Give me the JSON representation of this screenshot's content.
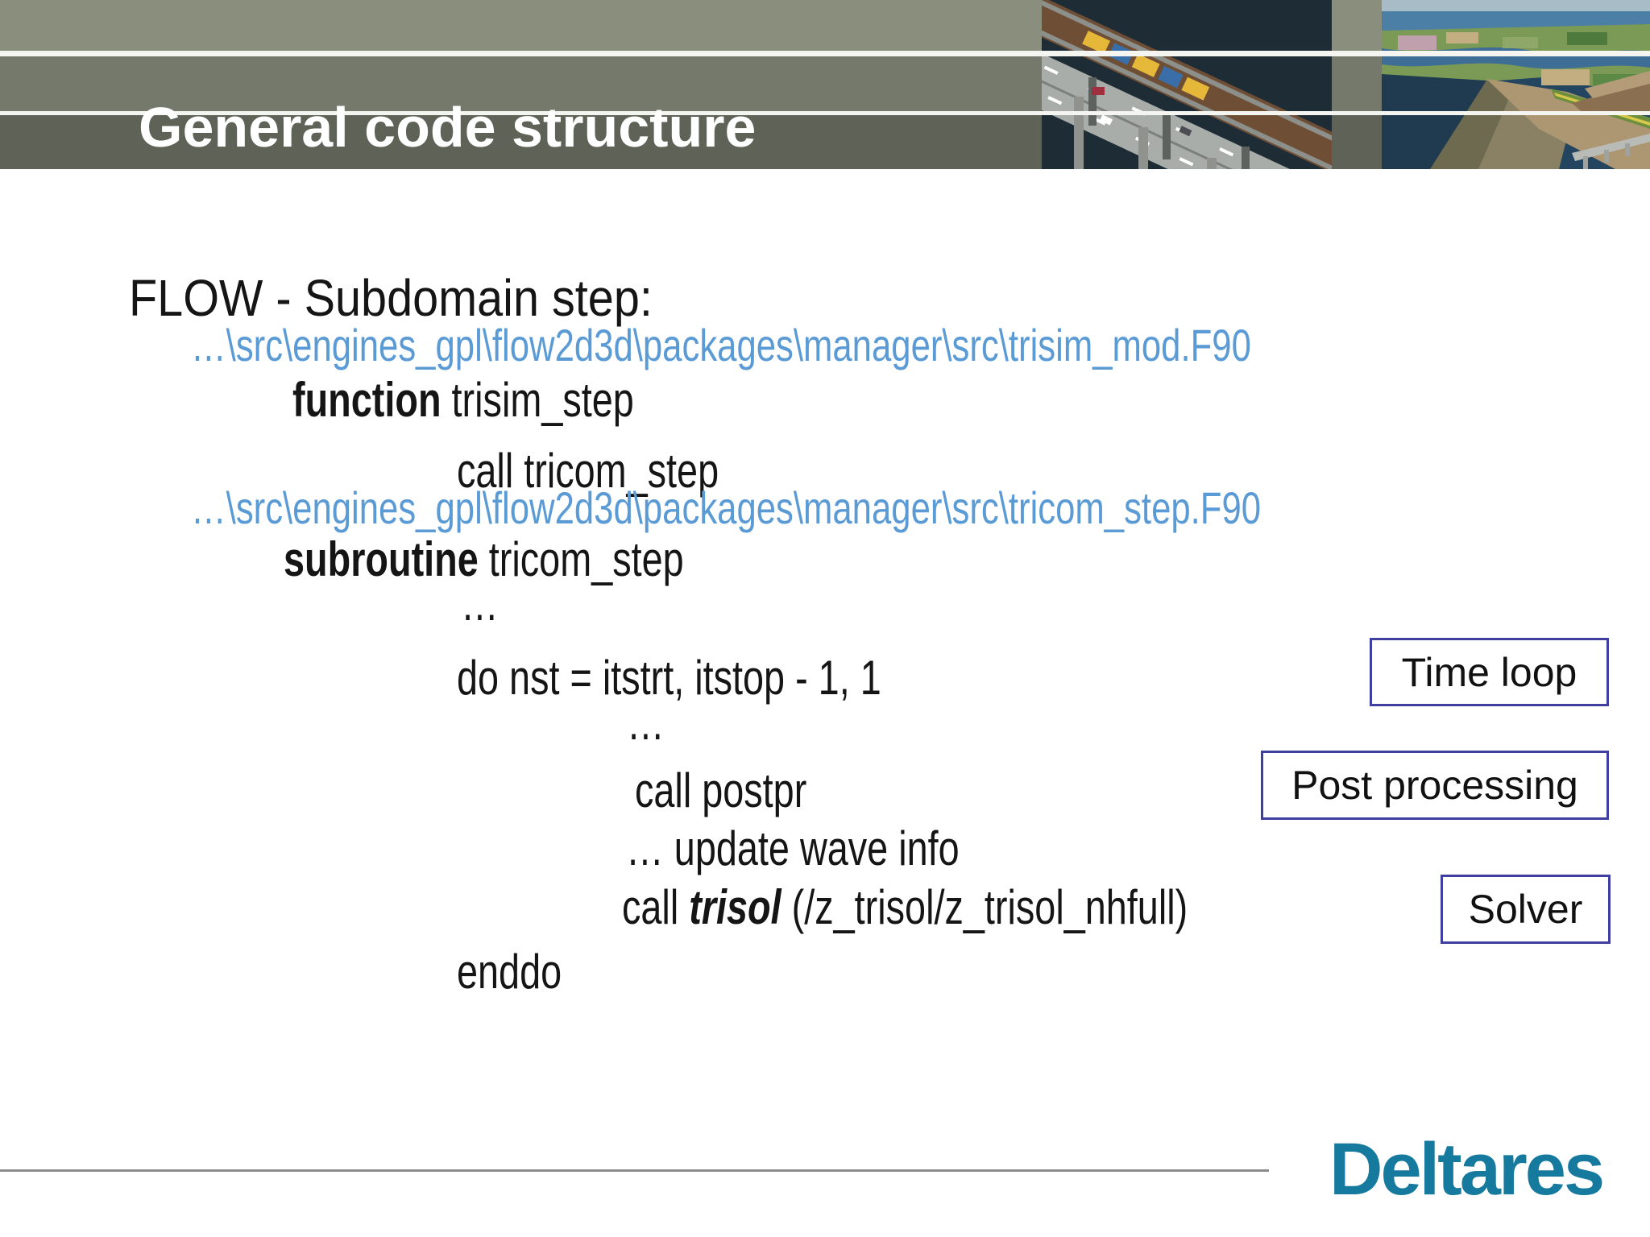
{
  "slide": {
    "title": "General code structure",
    "code": {
      "heading": "FLOW - Subdomain step:",
      "path1": "…\\src\\engines_gpl\\flow2d3d\\packages\\manager\\src\\trisim_mod.F90",
      "function_kw": "function",
      "function_rest": " trisim_step",
      "call1": "call tricom_step",
      "path2": "…\\src\\engines_gpl\\flow2d3d\\packages\\manager\\src\\tricom_step.F90",
      "subroutine_kw": "subroutine",
      "subroutine_rest": " tricom_step",
      "ellipsis1": "…",
      "do_line": "do nst = itstrt, itstop - 1, 1",
      "ellipsis2": "…",
      "call_postpr": "call postpr",
      "update_wave": "… update wave info",
      "call_kw": "call ",
      "trisol": "trisol",
      "trisol_args": " (/z_trisol/z_trisol_nhfull)",
      "enddo": "enddo"
    },
    "labels": {
      "time_loop": "Time loop",
      "post_processing": "Post processing",
      "solver": "Solver"
    },
    "logo_text": "Deltares",
    "colors": {
      "path_blue": "#5B9BD5",
      "box_border_blue": "#3F3F9F",
      "logo_teal": "#167A9E",
      "header_band_light": "#8A8E7D",
      "header_band_mid": "#75796C",
      "header_band_dark": "#5F6357"
    }
  }
}
